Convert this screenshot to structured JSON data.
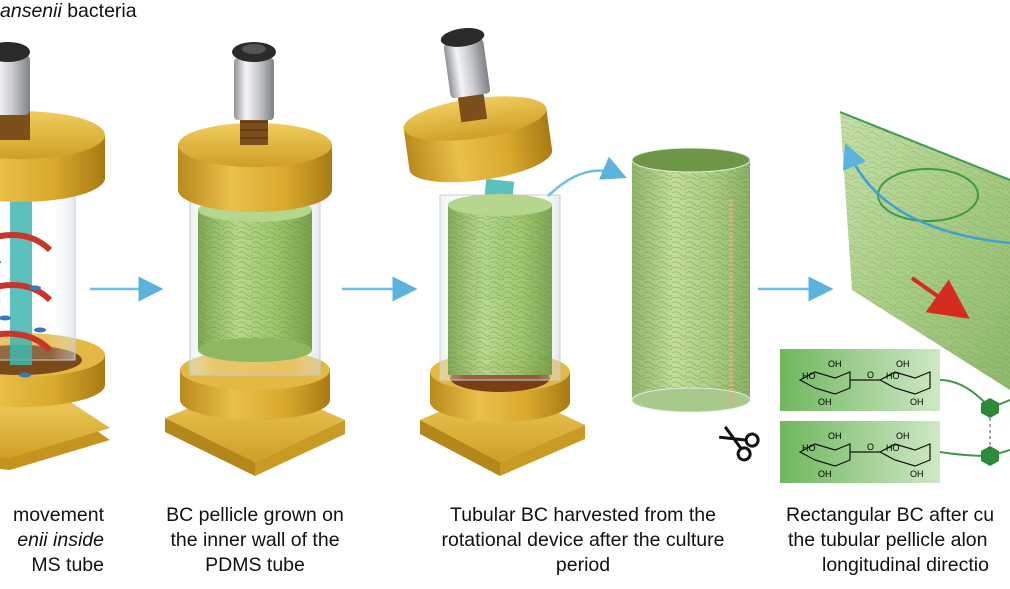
{
  "top_label": {
    "italic_part": "ansenii",
    "rest": " bacteria"
  },
  "stages": [
    {
      "lines": [
        "movement",
        "enii inside",
        "MS tube"
      ]
    },
    {
      "lines": [
        "BC pellicle grown on",
        "the inner wall of the",
        "PDMS tube"
      ]
    },
    {
      "lines": [
        "Tubular BC harvested from the",
        "rotational device after the culture",
        "period"
      ]
    },
    {
      "lines": [
        "Rectangular BC after cu",
        "the tubular pellicle alon",
        "longitudinal directio"
      ]
    }
  ],
  "chem_labels": {
    "oh": "OH",
    "ho": "HO",
    "o": "O"
  },
  "colors": {
    "device_gold": "#d4a52a",
    "pellicle_green": "#9cc46a",
    "arrow_blue": "#5bb3dc",
    "rotation_red": "#c8362a",
    "chem_bg": "#7fc16d",
    "hexagon": "#2c8a3a"
  },
  "icons": [
    "scissors-icon",
    "process-arrow-icon",
    "rotation-arrow-icon"
  ]
}
